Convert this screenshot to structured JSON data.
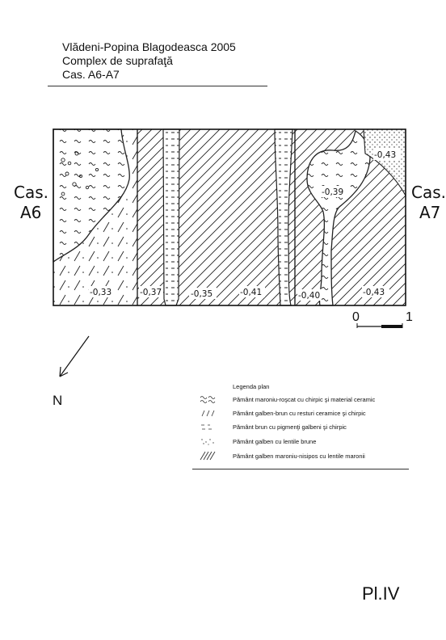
{
  "header": {
    "site": "Vlădeni-Popina Blagodeasca 2005",
    "context": "Complex de suprafaţă",
    "houses": "Cas. A6-A7"
  },
  "labels": {
    "left_cas": "Cas.",
    "left_id": "A6",
    "right_cas": "Cas.",
    "right_id": "A7"
  },
  "depths": [
    "-0,33",
    "-0,37",
    "-0,35",
    "-0,41",
    "-0,40",
    "-0,43",
    "-0,39",
    "-0,43"
  ],
  "scale": {
    "start": "0",
    "end": "1"
  },
  "north": "N",
  "legend": {
    "title": "Legenda plan",
    "items": [
      {
        "symbol": "wave-symbol",
        "text": "Pământ maroniu-roşcat cu chirpic şi material ceramic"
      },
      {
        "symbol": "dash-symbol",
        "text": "Pământ galben-brun cu resturi ceramice şi chirpic"
      },
      {
        "symbol": "short-dash-symbol",
        "text": "Pământ brun cu pigmenţi galbeni şi chirpic"
      },
      {
        "symbol": "dot-symbol",
        "text": "Pământ galben cu lentile brune"
      },
      {
        "symbol": "hatch-symbol",
        "text": "Pământ galben maroniu-nisipos cu lentile maronii"
      }
    ]
  },
  "plate": "Pl.IV"
}
